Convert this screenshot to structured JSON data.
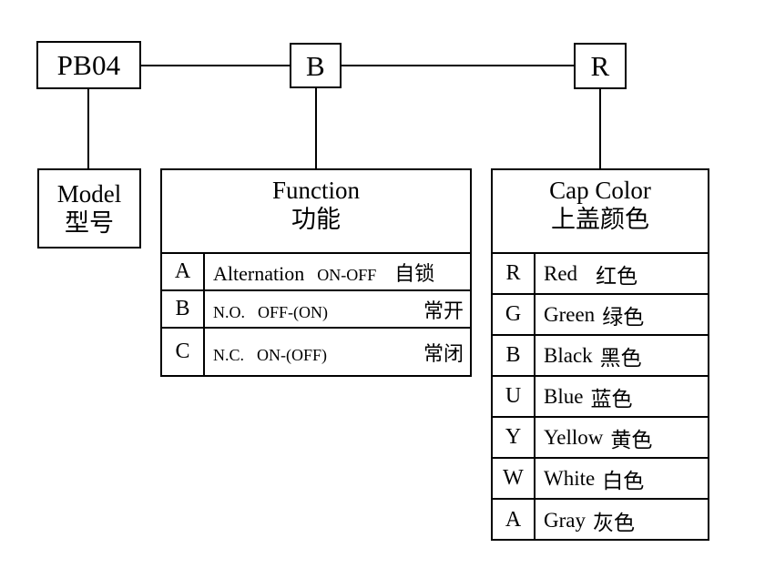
{
  "diagram": {
    "title": "PB04 push button model code breakdown",
    "line_color": "#000000",
    "background": "#ffffff"
  },
  "code_boxes": [
    {
      "name": "model-code",
      "label": "PB04"
    },
    {
      "name": "function-code",
      "label": "B"
    },
    {
      "name": "cap-color-code",
      "label": "R"
    }
  ],
  "model_panel": {
    "header_en": "Model",
    "header_zh": "型号"
  },
  "function_panel": {
    "header_en": "Function",
    "header_zh": "功能",
    "rows": [
      {
        "code": "A",
        "term": "Alternation",
        "state": "ON-OFF",
        "zh": "自锁",
        "term_small": false,
        "zh_tight": true
      },
      {
        "code": "B",
        "term": "N.O.",
        "state": "OFF-(ON)",
        "zh": "常开",
        "term_small": true,
        "zh_tight": false
      },
      {
        "code": "C",
        "term": "N.C.",
        "state": "ON-(OFF)",
        "zh": "常闭",
        "term_small": true,
        "zh_tight": false
      }
    ]
  },
  "cap_color_panel": {
    "header_en": "Cap Color",
    "header_zh": "上盖颜色",
    "rows": [
      {
        "code": "R",
        "en": "Red",
        "zh": "红色",
        "wide_gap": true
      },
      {
        "code": "G",
        "en": "Green",
        "zh": "绿色",
        "wide_gap": false
      },
      {
        "code": "B",
        "en": "Black",
        "zh": "黑色",
        "wide_gap": false
      },
      {
        "code": "U",
        "en": "Blue",
        "zh": "蓝色",
        "wide_gap": false
      },
      {
        "code": "Y",
        "en": "Yellow",
        "zh": "黄色",
        "wide_gap": false
      },
      {
        "code": "W",
        "en": "White",
        "zh": "白色",
        "wide_gap": false
      },
      {
        "code": "A",
        "en": "Gray",
        "zh": "灰色",
        "wide_gap": false
      }
    ]
  }
}
